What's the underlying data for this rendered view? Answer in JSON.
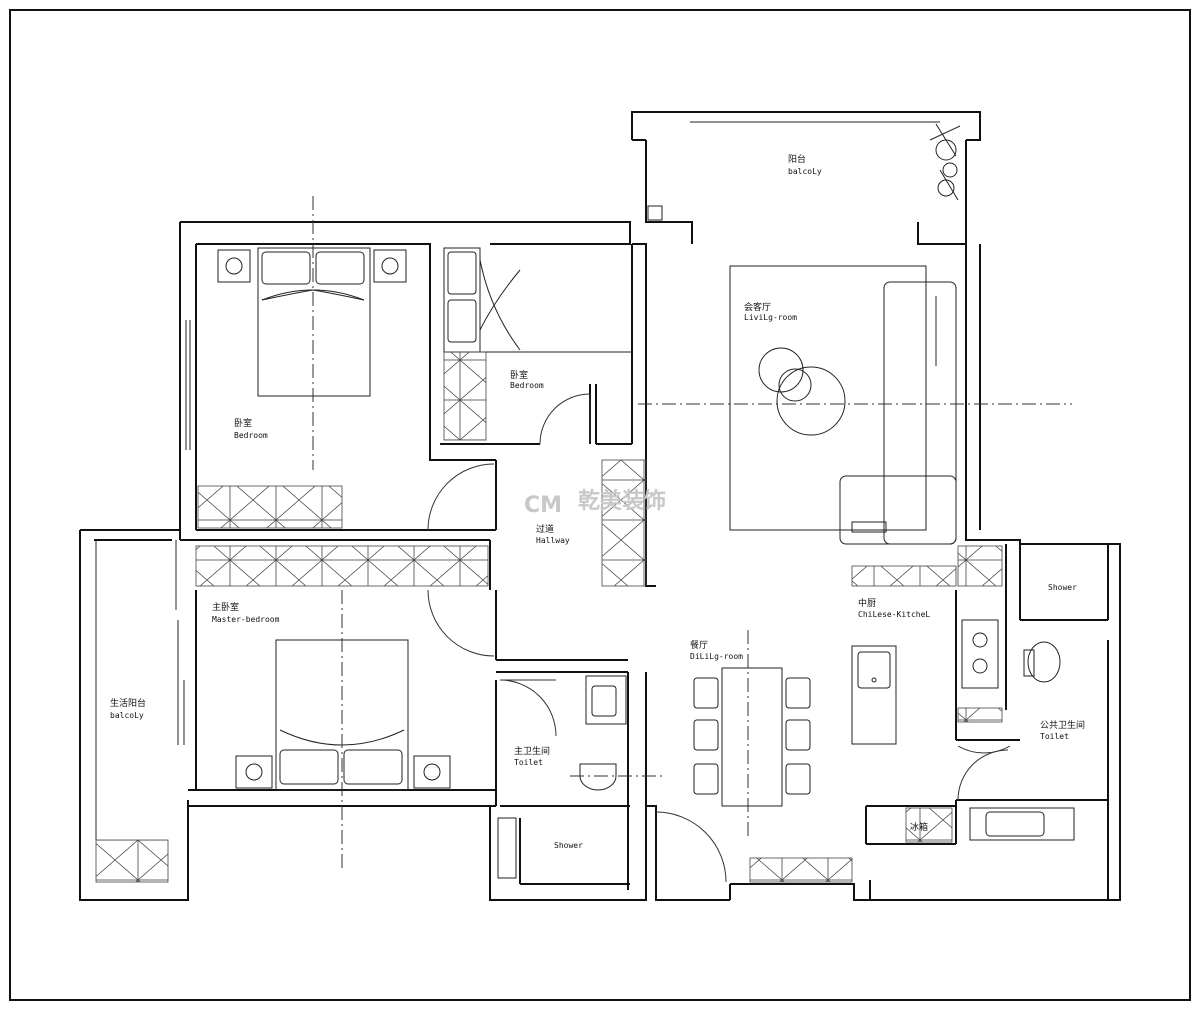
{
  "rooms": {
    "balcony_top": {
      "zh": "阳台",
      "en": "balcoLy"
    },
    "living_room": {
      "zh": "会客厅",
      "en": "LiviLg-room"
    },
    "bedroom_1": {
      "zh": "卧室",
      "en": "Bedroom"
    },
    "bedroom_2": {
      "zh": "卧室",
      "en": "Bedroom"
    },
    "hallway": {
      "zh": "过道",
      "en": "Hallway"
    },
    "master_bedroom": {
      "zh": "主卧室",
      "en": "Master-bedroom"
    },
    "living_balcony": {
      "zh": "生活阳台",
      "en": "balcoLy"
    },
    "master_toilet": {
      "zh": "主卫生间",
      "en": "Toilet"
    },
    "shower_1": {
      "en": "Shower"
    },
    "dining_room": {
      "zh": "餐厅",
      "en": "DiLiLg-room"
    },
    "kitchen": {
      "zh": "中厨",
      "en": "ChiLese-KitcheL"
    },
    "shower_2": {
      "en": "Shower"
    },
    "public_toilet": {
      "zh": "公共卫生间",
      "en": "Toilet"
    },
    "fridge": {
      "zh": "冰箱"
    }
  },
  "watermark": {
    "logo": "CM",
    "brand": "乾美装饰"
  },
  "colors": {
    "line": "#111111",
    "watermark": "#c8c8c8",
    "background": "#ffffff"
  }
}
